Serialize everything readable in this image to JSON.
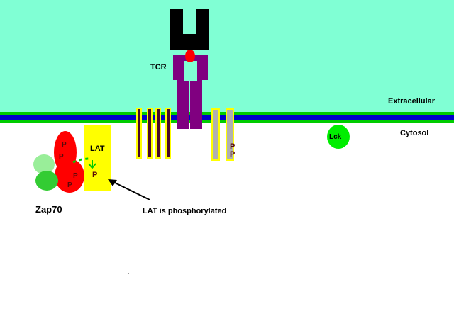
{
  "regions": {
    "extracellular": "Extracellular",
    "cytosol": "Cytosol"
  },
  "labels": {
    "tcr": "TCR",
    "lat": "LAT",
    "zap70": "Zap70",
    "lck": "Lck",
    "caption": "LAT is phosphorylated"
  },
  "phospho": {
    "symbol": "P"
  },
  "colors": {
    "extracellular": "#80ffd4",
    "membrane_green": "#00cc00",
    "membrane_blue": "#0000cc",
    "tcr": "#800080",
    "tcr_head": "#000000",
    "antigen": "#ff0000",
    "lat": "#ffff00",
    "zap70": "#ff0000",
    "zap70_light": "#99ee99",
    "zap70_dark": "#33cc33",
    "lck": "#00ee00",
    "itam_fill": "#4a0a2a",
    "itam_gray": "#b0b0b0",
    "itam_border": "#ffff00",
    "phospho_text": "#5a0a0a",
    "arrow_green": "#00cc00"
  }
}
